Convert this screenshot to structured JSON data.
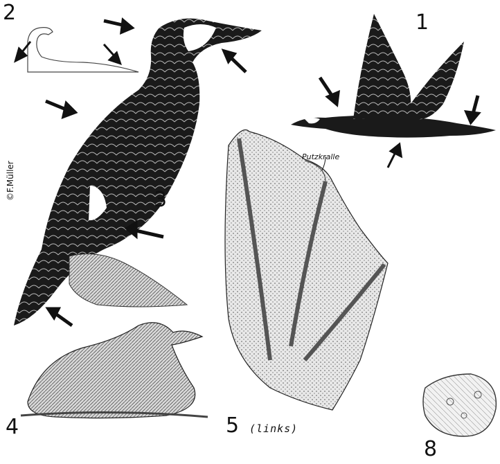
{
  "figure": {
    "credit": "©F.Müller",
    "callout": "Putzkralle",
    "caption_links": "(links)",
    "numbers": [
      "1",
      "2",
      "3",
      "4",
      "5",
      "8"
    ]
  },
  "colors": {
    "ink": "#111111",
    "paper": "#ffffff",
    "feather_dark": "#1a1a1a",
    "web_grey": "#8a8a8a"
  }
}
